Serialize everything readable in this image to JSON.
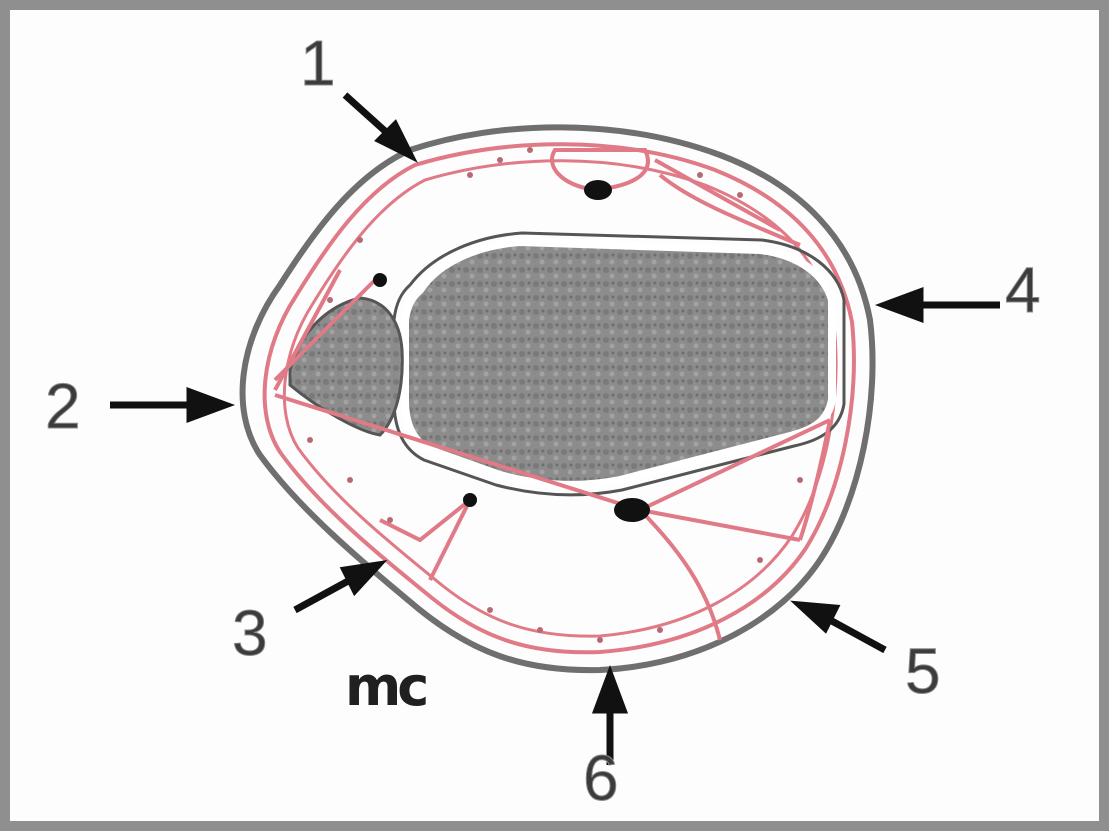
{
  "figure": {
    "labels": [
      "1",
      "2",
      "3",
      "4",
      "5",
      "6"
    ],
    "logo_text": "mc"
  },
  "colors": {
    "outline": "#6f6f6f",
    "vessel": "#e07a86",
    "bone": "#8a8a8a",
    "frame": "#8f8f8f"
  }
}
